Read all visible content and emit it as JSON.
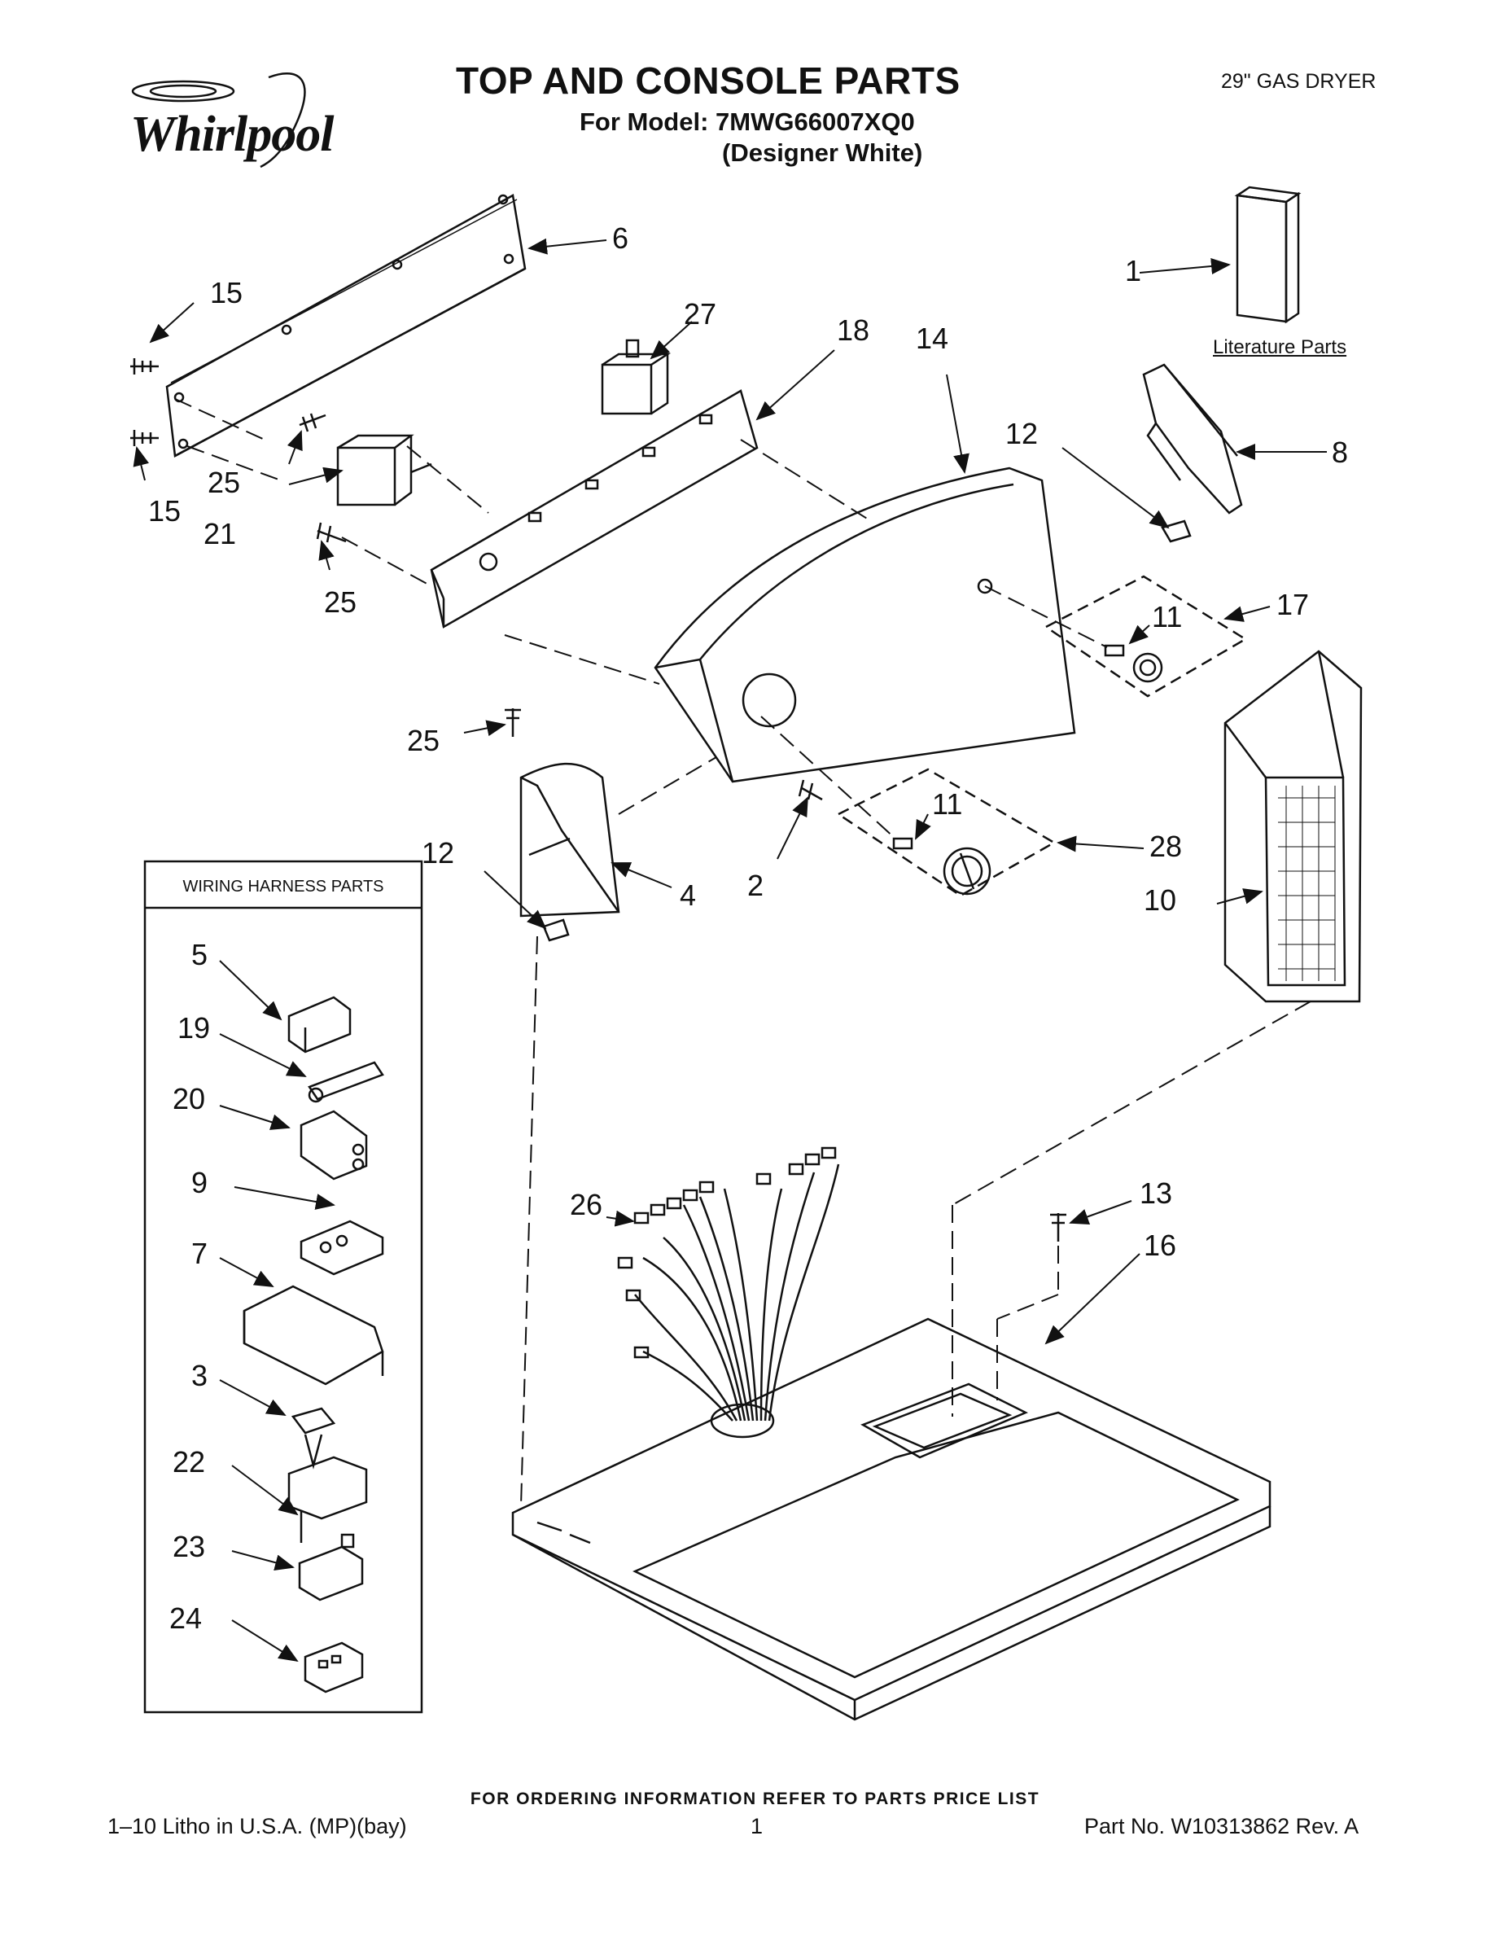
{
  "header": {
    "title": "TOP AND CONSOLE PARTS",
    "model_line": "For Model: 7MWG66007XQ0",
    "variant_line": "(Designer White)",
    "product": "29\" GAS DRYER",
    "brand": "Whirlpool"
  },
  "labels": {
    "literature_parts": "Literature Parts",
    "wiring_harness_parts": "WIRING HARNESS PARTS"
  },
  "callouts": {
    "c1": "1",
    "c2": "2",
    "c3": "3",
    "c4": "4",
    "c5": "5",
    "c6": "6",
    "c7": "7",
    "c8": "8",
    "c9": "9",
    "c10": "10",
    "c11": "11",
    "c12": "12",
    "c13": "13",
    "c14": "14",
    "c15": "15",
    "c16": "16",
    "c17": "17",
    "c18": "18",
    "c19": "19",
    "c20": "20",
    "c21": "21",
    "c22": "22",
    "c23": "23",
    "c24": "24",
    "c25": "25",
    "c26": "26",
    "c27": "27",
    "c28": "28"
  },
  "footer": {
    "ordering_note": "FOR ORDERING INFORMATION REFER TO PARTS PRICE LIST",
    "litho": "1–10 Litho in U.S.A. (MP)(bay)",
    "page": "1",
    "part_no": "Part No. W10313862 Rev. A"
  }
}
